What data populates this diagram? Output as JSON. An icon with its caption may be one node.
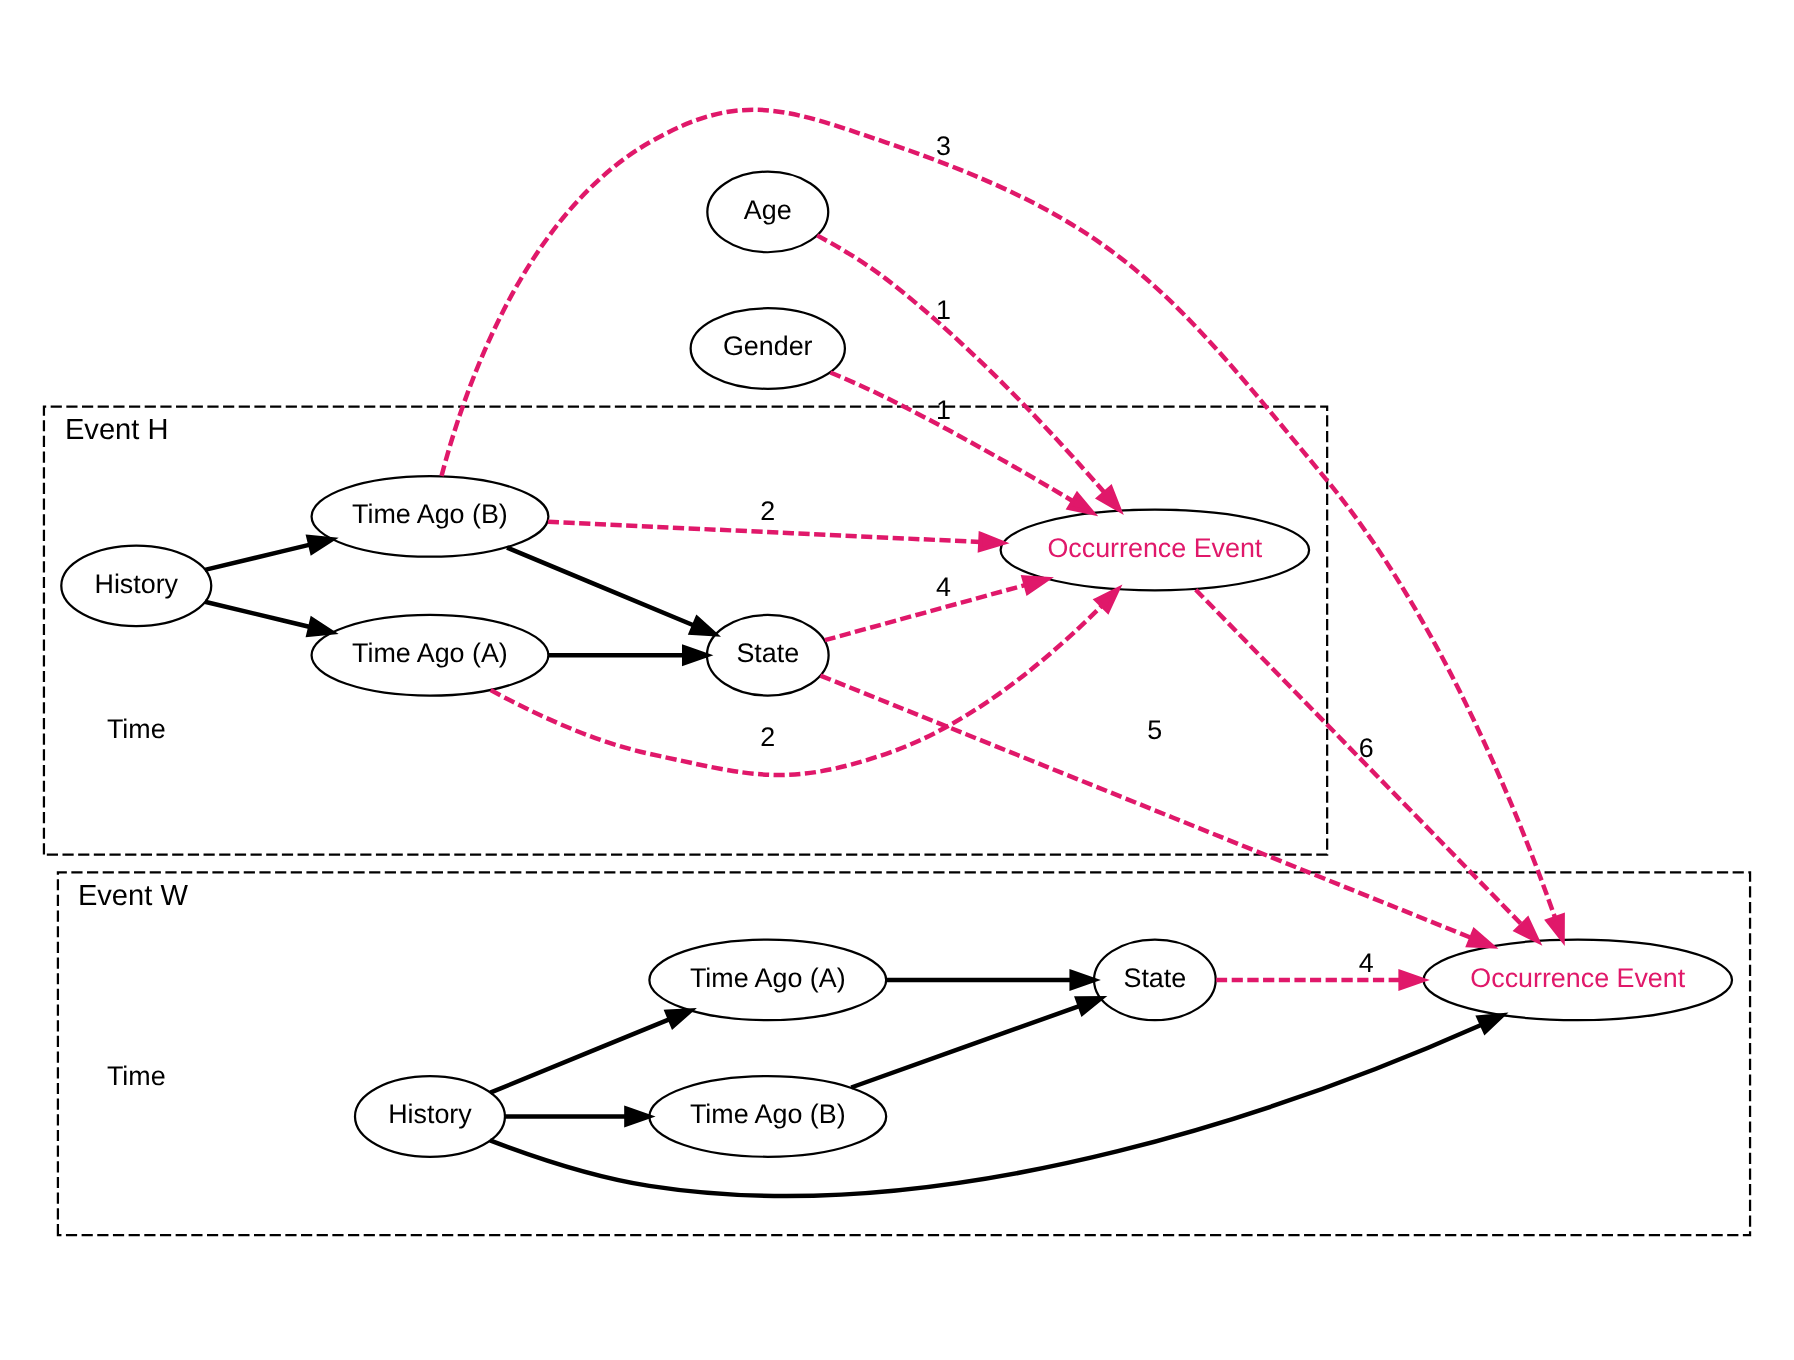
{
  "diagram": {
    "nodes": [
      {
        "text": [
          "Gender"
        ]
      },
      {
        "text": [
          "Age"
        ]
      },
      {
        "text": [
          "Event H"
        ]
      },
      {
        "text": [
          "History"
        ],
        "in": 2
      },
      {
        "text": [
          "Time Ago (A)"
        ],
        "in": 2
      },
      {
        "text": [
          "Time Ago (B)"
        ],
        "in": 2
      },
      {
        "text": [
          "State"
        ],
        "in": 2
      },
      {
        "text": [
          "Occurrence Event"
        ],
        "in": 2
      },
      {
        "text": [
          "Event W"
        ]
      },
      {
        "text": [
          "History"
        ],
        "in": 8
      },
      {
        "text": [
          "Time Ago (A)"
        ],
        "in": 8
      },
      {
        "text": [
          "Time Ago (B)"
        ],
        "in": 8
      },
      {
        "text": [
          "State"
        ],
        "in": 8
      },
      {
        "text": [
          "Occurrence Event"
        ],
        "in": 8
      }
    ],
    "edges": [
      {
        "from": 3,
        "to": 4,
        "arrow": "to"
      },
      {
        "from": 3,
        "to": 5,
        "arrow": "to"
      },
      {
        "from": 4,
        "to": 6,
        "arrow": "to"
      },
      {
        "from": 5,
        "to": 6,
        "arrow": "to"
      },
      {
        "from": 0,
        "to": 7,
        "arrow": "to",
        "label": "1",
        "style": "dashed",
        "color": "#e0186a"
      },
      {
        "from": 4,
        "to": 7,
        "arrow": "to",
        "label": "2",
        "style": "dashed",
        "color": "#e0186a"
      },
      {
        "from": 5,
        "to": 7,
        "arrow": "to",
        "label": "2",
        "style": "dashed",
        "color": "#e0186a"
      },
      {
        "from": 6,
        "to": 7,
        "arrow": "to",
        "label": "4",
        "style": "dashed",
        "color": "#e0186a"
      },
      {
        "from": 1,
        "to": 7,
        "arrow": "to",
        "label": "1",
        "style": "dashed",
        "color": "#e0186a"
      },
      {
        "from": 5,
        "to": 13,
        "arrow": "to",
        "label": "3",
        "style": "dashed",
        "color": "#e0186a"
      },
      {
        "from": 6,
        "to": 13,
        "arrow": "to",
        "label": "5",
        "style": "dashed",
        "color": "#e0186a"
      },
      {
        "from": 7,
        "to": 13,
        "arrow": "to",
        "label": "6",
        "style": "dashed",
        "color": "#e0186a"
      },
      {
        "from": 9,
        "to": 10,
        "arrow": "to"
      },
      {
        "from": 9,
        "to": 11,
        "arrow": "to"
      },
      {
        "from": 10,
        "to": 12,
        "arrow": "to"
      },
      {
        "from": 11,
        "to": 12,
        "arrow": "to"
      },
      {
        "from": 12,
        "to": 13,
        "arrow": "to",
        "label": "4",
        "style": "dashed",
        "color": "#e0186a"
      },
      {
        "from": 9,
        "to": 13,
        "arrow": "to"
      }
    ],
    "labels": [
      "Time",
      "Time"
    ]
  }
}
